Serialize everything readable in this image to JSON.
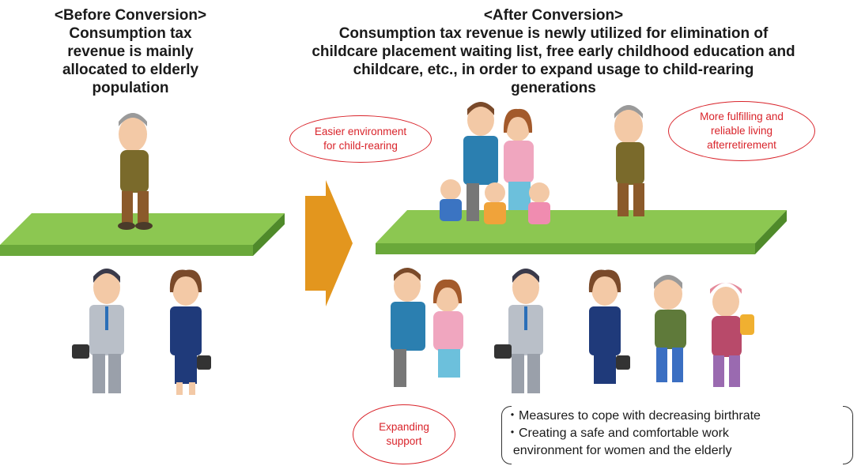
{
  "before": {
    "title": "<Before Conversion>",
    "body": [
      "Consumption tax",
      "revenue is mainly",
      "allocated to elderly",
      "population"
    ]
  },
  "after": {
    "title": "<After Conversion>",
    "body": [
      "Consumption tax revenue is newly utilized for elimination of",
      "childcare placement waiting list, free early childhood education and",
      "childcare, etc., in order to expand usage to child-rearing",
      "generations"
    ]
  },
  "callouts": {
    "child_rearing": [
      "Easier environment",
      "for child-rearing"
    ],
    "retirement": [
      "More fulfilling and",
      "reliable living",
      "afterretirement"
    ],
    "support": [
      "Expanding",
      "support"
    ]
  },
  "measures": [
    "・Measures to cope with decreasing birthrate",
    "・Creating a safe and comfortable work",
    "  environment for women and the elderly"
  ],
  "colors": {
    "platform_top": "#8cc751",
    "platform_side": "#5f9e32",
    "arrow": "#e3961e",
    "callout_red": "#d9242b"
  }
}
